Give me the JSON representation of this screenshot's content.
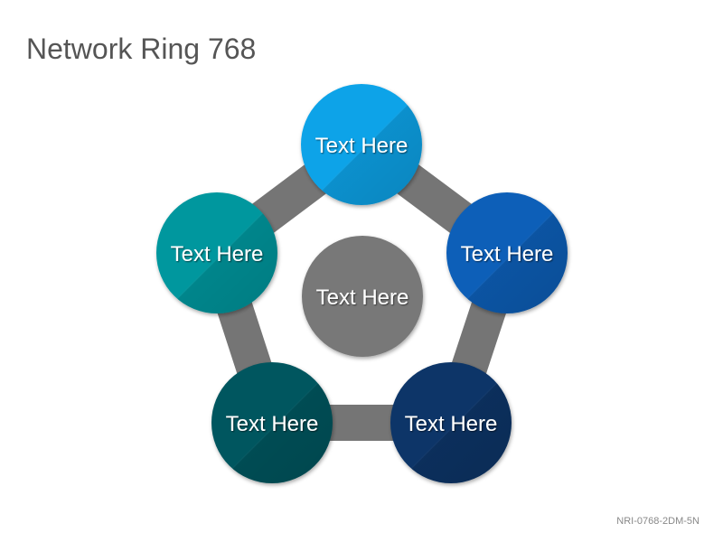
{
  "title": "Network Ring 768",
  "footer_code": "NRI-0768-2DM-5N",
  "colors": {
    "ring": "#757575",
    "center": "#787878",
    "top": "#0aa3e8",
    "right": "#0b5fb8",
    "bottom_right": "#0a3468",
    "bottom_left": "#04565e",
    "left": "#05979e"
  },
  "nodes": {
    "top": {
      "label": "Text Here"
    },
    "right": {
      "label": "Text Here"
    },
    "bottom_right": {
      "label": "Text Here"
    },
    "bottom_left": {
      "label": "Text Here"
    },
    "left": {
      "label": "Text Here"
    },
    "center": {
      "label": "Text Here"
    }
  }
}
